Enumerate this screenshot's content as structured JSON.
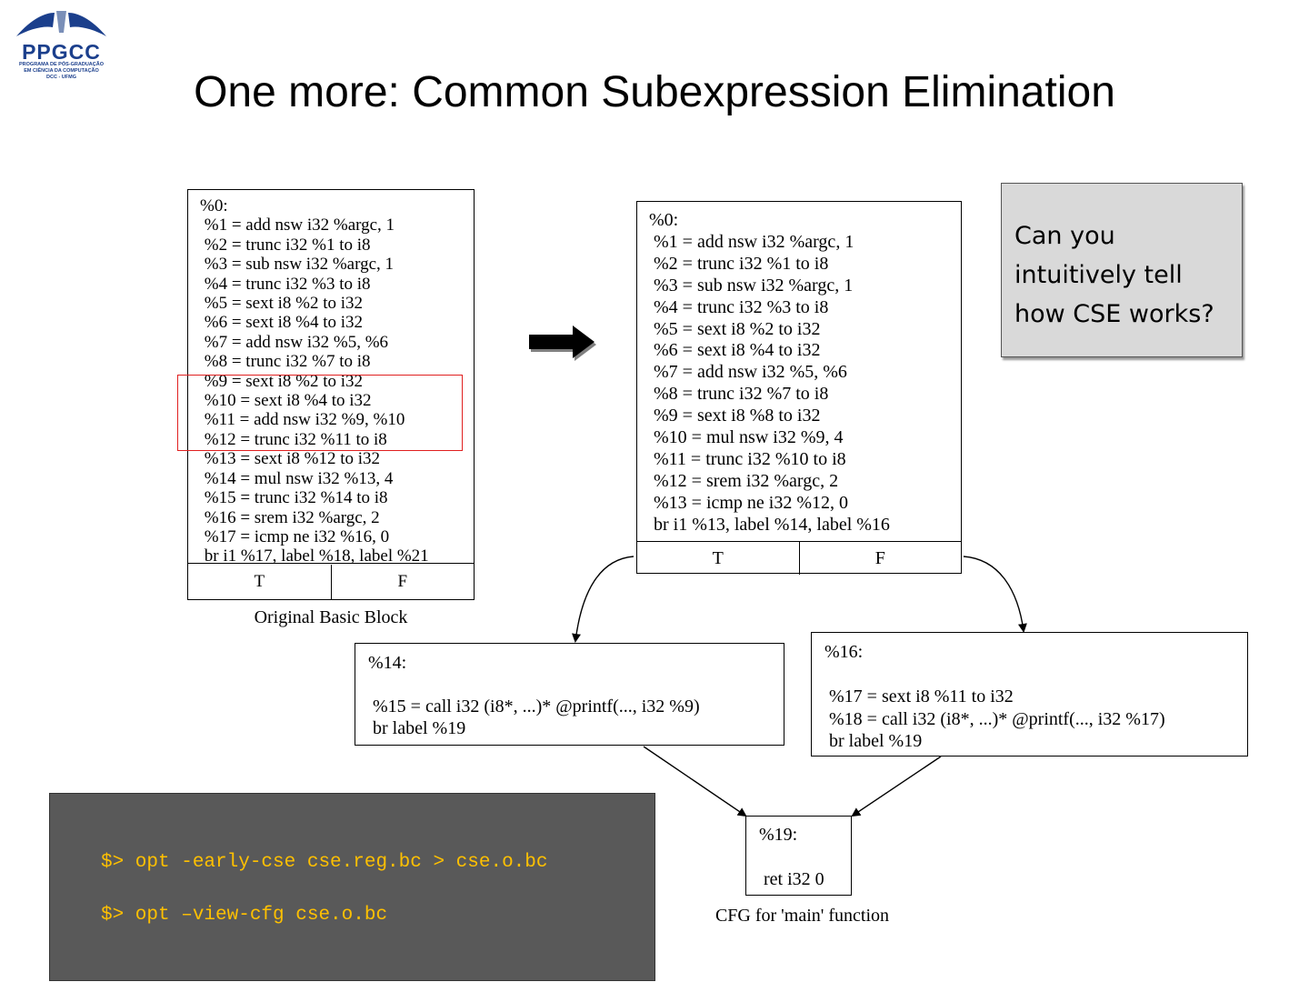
{
  "logo": {
    "name": "PPGCC",
    "subtitle": [
      "PROGRAMA DE PÓS-GRADUAÇÃO",
      "EM CIÊNCIA DA COMPUTAÇÃO",
      "DCC - UFMG"
    ]
  },
  "title": "One more: Common Subexpression Elimination",
  "original_block": {
    "lines": [
      "%0:",
      " %1 = add nsw i32 %argc, 1",
      " %2 = trunc i32 %1 to i8",
      " %3 = sub nsw i32 %argc, 1",
      " %4 = trunc i32 %3 to i8",
      " %5 = sext i8 %2 to i32",
      " %6 = sext i8 %4 to i32",
      " %7 = add nsw i32 %5, %6",
      " %8 = trunc i32 %7 to i8",
      " %9 = sext i8 %2 to i32",
      " %10 = sext i8 %4 to i32",
      " %11 = add nsw i32 %9, %10",
      " %12 = trunc i32 %11 to i8",
      " %13 = sext i8 %12 to i32",
      " %14 = mul nsw i32 %13, 4",
      " %15 = trunc i32 %14 to i8",
      " %16 = srem i32 %argc, 2",
      " %17 = icmp ne i32 %16, 0",
      " br i1 %17, label %18, label %21"
    ],
    "t_label": "T",
    "f_label": "F",
    "caption": "Original Basic Block",
    "highlight_color": "#e02020"
  },
  "optimized_block": {
    "lines": [
      "%0:",
      " %1 = add nsw i32 %argc, 1",
      " %2 = trunc i32 %1 to i8",
      " %3 = sub nsw i32 %argc, 1",
      " %4 = trunc i32 %3 to i8",
      " %5 = sext i8 %2 to i32",
      " %6 = sext i8 %4 to i32",
      " %7 = add nsw i32 %5, %6",
      " %8 = trunc i32 %7 to i8",
      " %9 = sext i8 %8 to i32",
      " %10 = mul nsw i32 %9, 4",
      " %11 = trunc i32 %10 to i8",
      " %12 = srem i32 %argc, 2",
      " %13 = icmp ne i32 %12, 0",
      " br i1 %13, label %14, label %16"
    ],
    "t_label": "T",
    "f_label": "F"
  },
  "block14": {
    "lines": [
      "%14:",
      "",
      " %15 = call i32 (i8*, ...)* @printf(..., i32 %9)",
      " br label %19"
    ]
  },
  "block16": {
    "lines": [
      "%16:",
      "",
      " %17 = sext i8 %11 to i32",
      " %18 = call i32 (i8*, ...)* @printf(..., i32 %17)",
      " br label %19"
    ]
  },
  "block19": {
    "lines": [
      "%19:",
      "",
      " ret i32 0"
    ]
  },
  "cfg_caption": "CFG for 'main' function",
  "note": "Can you intuitively tell how CSE works?",
  "terminal": {
    "commands": [
      "$> opt -early-cse cse.reg.bc > cse.o.bc",
      "$> opt –view-cfg cse.o.bc"
    ],
    "text_color": "#ffc000",
    "background": "#595959"
  },
  "icons": {
    "arrow": "right-arrow-icon",
    "logo": "ppgcc-logo-icon"
  }
}
